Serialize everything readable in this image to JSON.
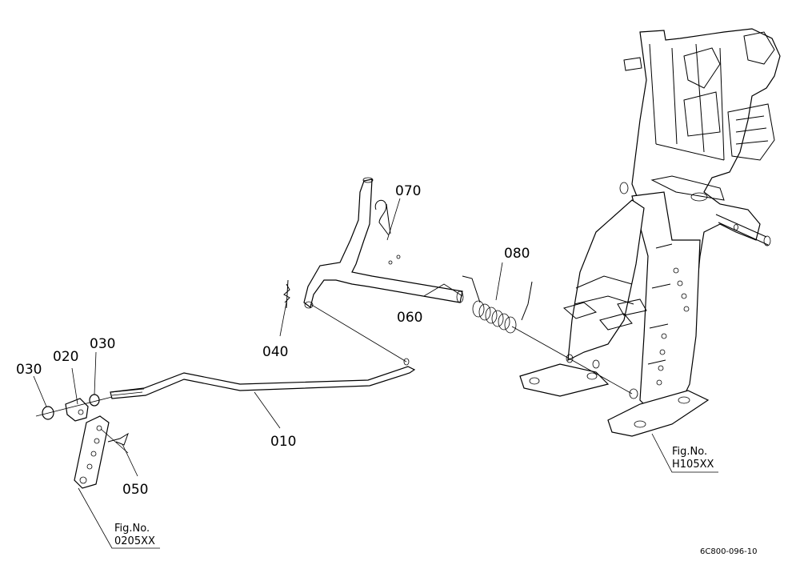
{
  "callouts": {
    "c010": "010",
    "c020": "020",
    "c030a": "030",
    "c030b": "030",
    "c040": "040",
    "c050": "050",
    "c060": "060",
    "c070": "070",
    "c080": "080"
  },
  "fig_refs": {
    "left_title": "Fig.No.",
    "left_code": "0205XX",
    "right_title": "Fig.No.",
    "right_code": "H105XX"
  },
  "drawing_number": "6C800-096-10"
}
